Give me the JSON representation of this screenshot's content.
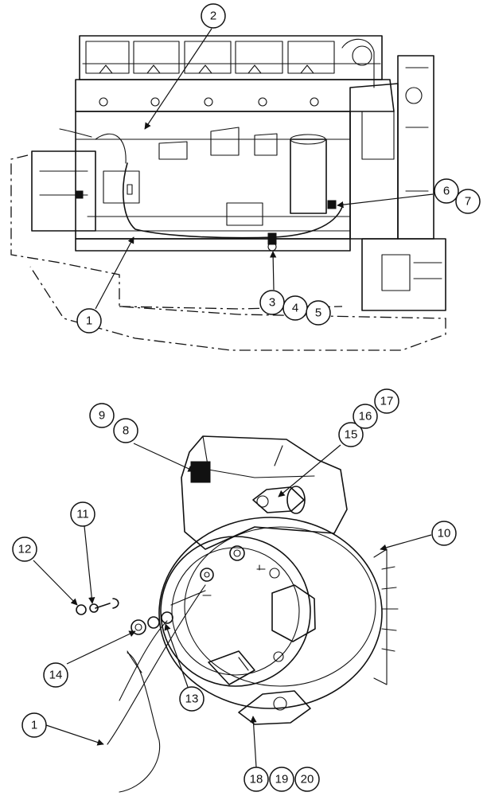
{
  "callouts": [
    "1",
    "2",
    "3",
    "4",
    "5",
    "6",
    "7",
    "8",
    "9",
    "10",
    "11",
    "12",
    "13",
    "14",
    "15",
    "16",
    "17",
    "18",
    "19",
    "20",
    "1"
  ]
}
